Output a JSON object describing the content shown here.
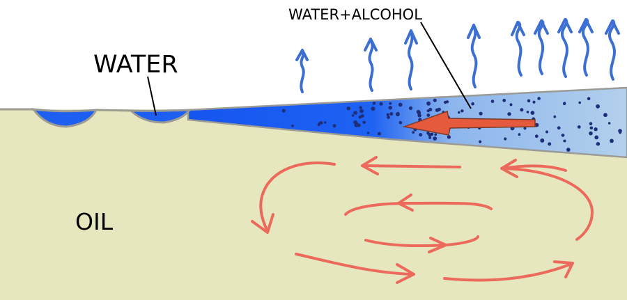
{
  "labels": {
    "water": "WATER",
    "water_alcohol": "WATER+ALCOHOL",
    "oil": "OIL"
  },
  "colors": {
    "oil": "#e6e6bf",
    "water": "#1a5ef0",
    "water_alcohol": "#a9cbeb",
    "evaporation_arrows": "#3c6fd2",
    "circulation_arrows": "#ec6a5c",
    "flow_arrow": "#e5593d",
    "droplets": "#1e2f7a",
    "background": "#ffffff"
  },
  "icons": {
    "evaporation": "wavy-up-arrow-icon",
    "circulation": "curved-arrow-icon",
    "flow": "left-arrow-icon"
  }
}
